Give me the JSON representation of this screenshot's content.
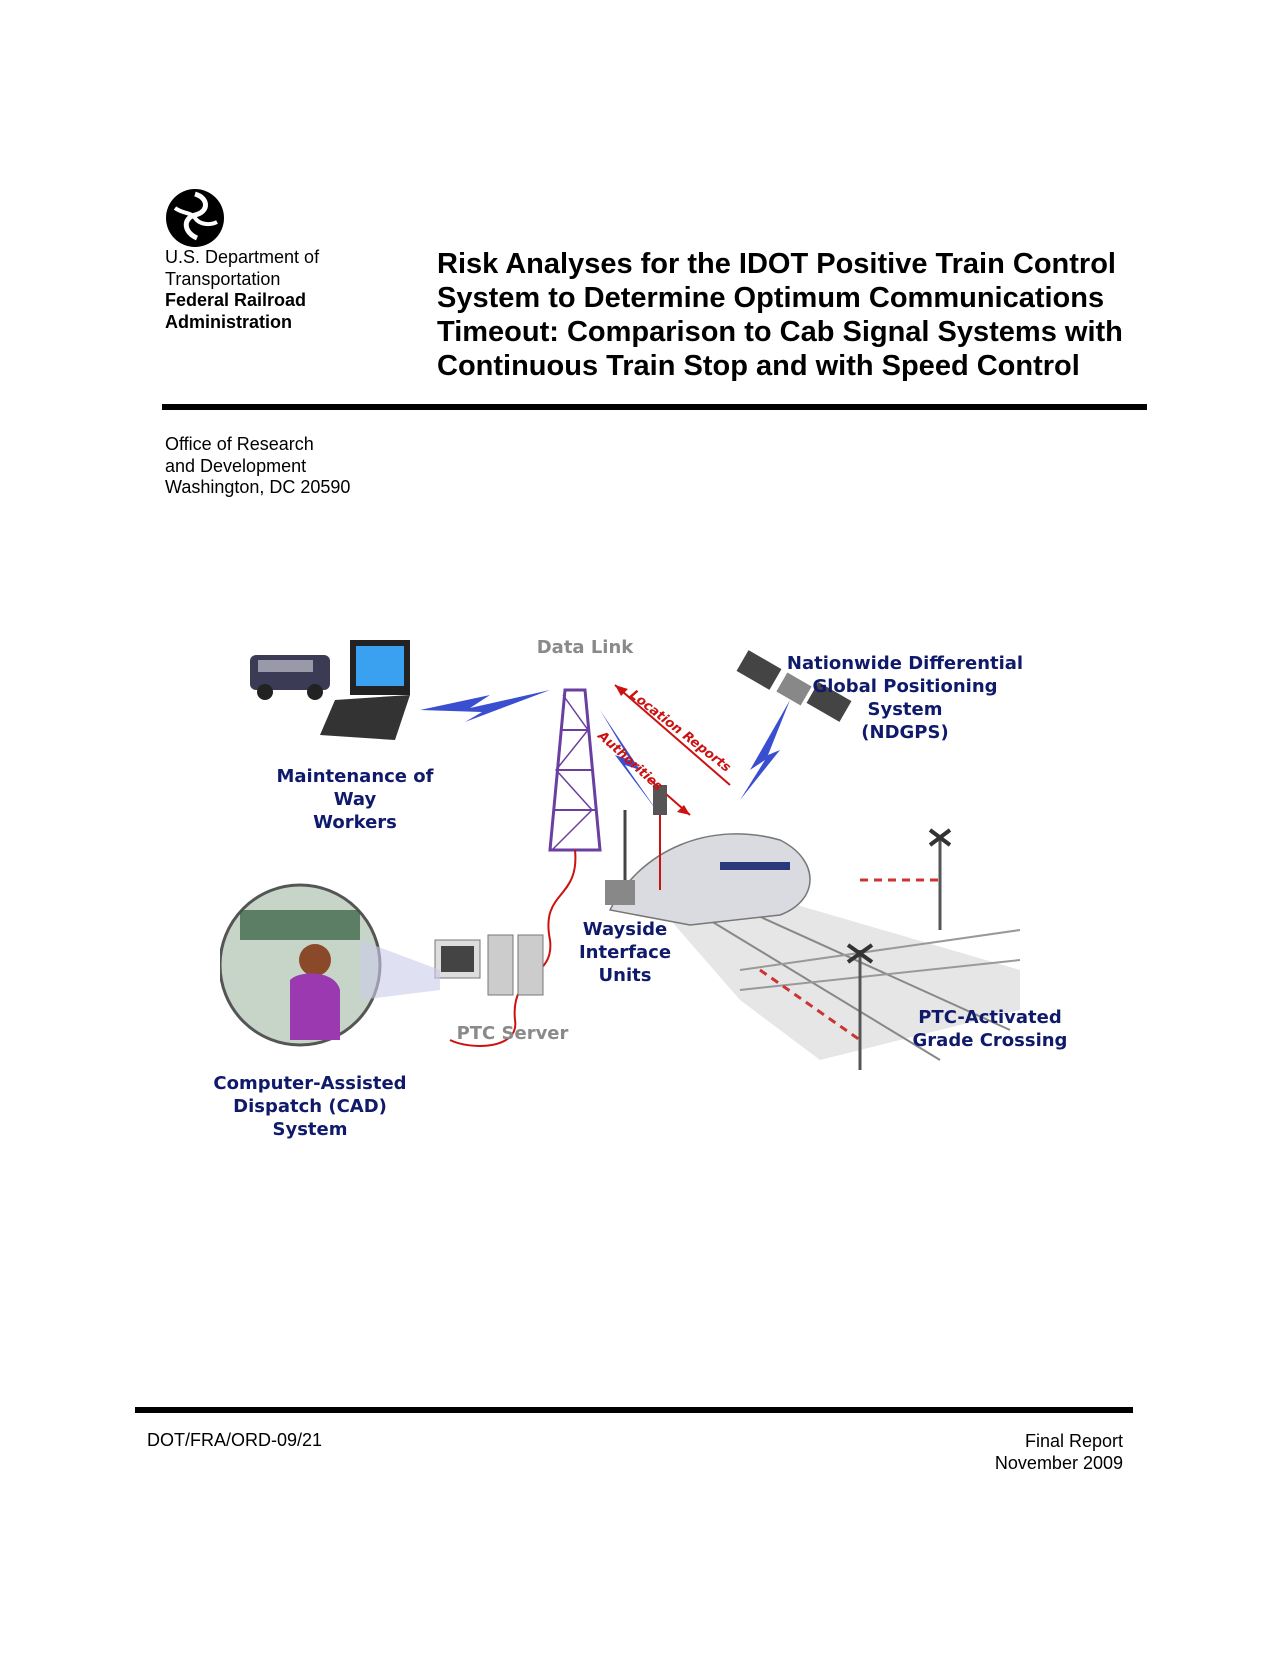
{
  "agency": {
    "line1": "U.S. Department of",
    "line2": "Transportation",
    "line3": "Federal Railroad",
    "line4": "Administration"
  },
  "title": {
    "line1": "Risk Analyses for the IDOT Positive Train Control",
    "line2": "System to Determine Optimum Communications",
    "line3": "Timeout:  Comparison to Cab Signal Systems with",
    "line4": "Continuous Train Stop and with Speed Control"
  },
  "office": {
    "line1": "Office of Research",
    "line2": "and Development",
    "line3": "Washington, DC 20590"
  },
  "figure": {
    "data_link": "Data Link",
    "ndgps": [
      "Nationwide Differential",
      "Global Positioning",
      "System",
      "(NDGPS)"
    ],
    "mow": [
      "Maintenance of Way",
      "Workers"
    ],
    "location_reports": "Location Reports",
    "authorities": "Authorities",
    "wayside": [
      "Wayside",
      "Interface",
      "Units"
    ],
    "ptc_server": "PTC Server",
    "grade_crossing": [
      "PTC-Activated",
      "Grade Crossing"
    ],
    "cad": [
      "Computer-Assisted",
      "Dispatch (CAD)",
      "System"
    ],
    "colors": {
      "label_navy": "#101a6b",
      "link_red": "#cc1111",
      "tower_purple": "#6a3fa0",
      "bolt_blue": "#3a4fd0"
    }
  },
  "footer": {
    "report_id": "DOT/FRA/ORD-09/21",
    "report_type": "Final Report",
    "report_date": "November 2009"
  }
}
